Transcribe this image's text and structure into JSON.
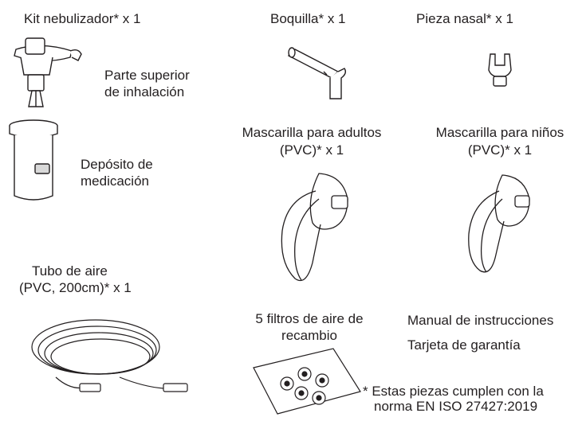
{
  "kit": {
    "title": "Kit nebulizador* x 1",
    "top_line1": "Parte superior",
    "top_line2": "de inhalación",
    "reservoir_line1": "Depósito de",
    "reservoir_line2": "medicación"
  },
  "mouthpiece": {
    "label": "Boquilla* x 1"
  },
  "nasal": {
    "label": "Pieza nasal* x 1"
  },
  "adult_mask": {
    "line1": "Mascarilla para adultos",
    "line2": "(PVC)* x 1"
  },
  "child_mask": {
    "line1": "Mascarilla para niños",
    "line2": "(PVC)* x 1"
  },
  "tube": {
    "line1": "Tubo de aire",
    "line2": "(PVC, 200cm)* x 1"
  },
  "filters": {
    "line1": "5 filtros de aire de",
    "line2": "recambio"
  },
  "docs": {
    "manual": "Manual de instrucciones",
    "warranty": "Tarjeta de garantía"
  },
  "note": {
    "line1": "* Estas piezas cumplen con la",
    "line2": "norma EN ISO 27427:2019"
  },
  "colors": {
    "text": "#231f20",
    "line": "#231f20",
    "part_fill": "#ffffff",
    "shade": "#d9d9d9"
  }
}
